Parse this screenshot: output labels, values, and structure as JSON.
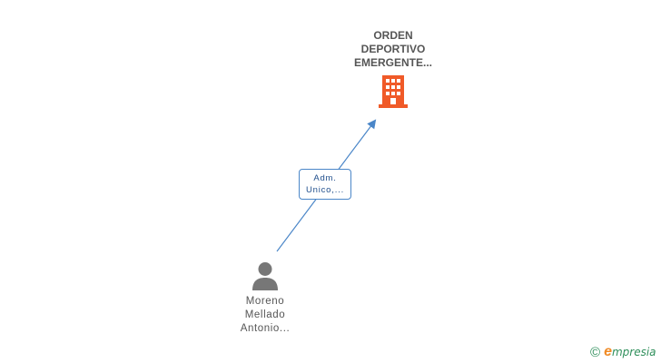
{
  "company": {
    "name_lines": [
      "ORDEN",
      "DEPORTIVO",
      "EMERGENTE..."
    ],
    "icon": "building-icon",
    "color": "#f05a28"
  },
  "person": {
    "name_lines": [
      "Moreno",
      "Mellado",
      "Antonio..."
    ],
    "icon": "person-icon",
    "color": "#777777"
  },
  "relation": {
    "label_lines": [
      "Adm.",
      "Unico,..."
    ],
    "color": "#4a86c8"
  },
  "brand": {
    "copyright": "©",
    "logo_initial": "e",
    "name": "mpresia",
    "color": "#2f8f5b",
    "accent": "#f08a24"
  }
}
